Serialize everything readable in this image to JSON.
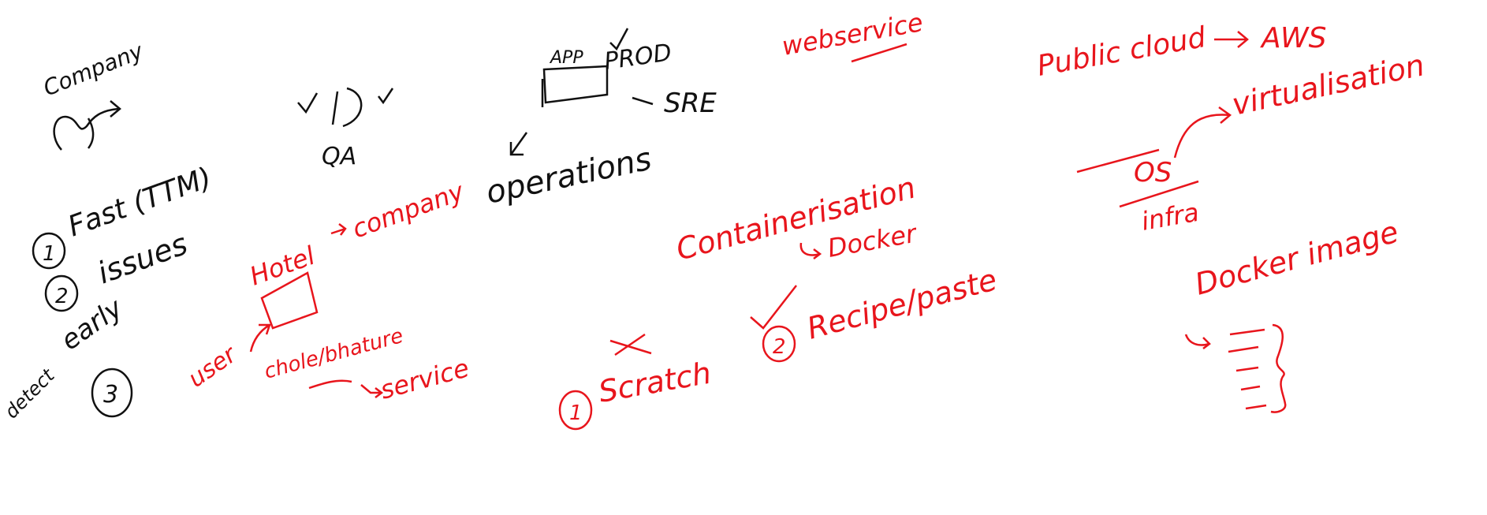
{
  "colors": {
    "black": "#111111",
    "red": "#e8151c"
  },
  "notes": {
    "company": "Company",
    "fast_ttm": "Fast (TTM)",
    "issues": "issues",
    "early": "early",
    "detect": "detect",
    "num1": "1",
    "num2": "2",
    "num3": "3",
    "qa": "QA",
    "app": "APP",
    "prod": "PROD",
    "sre": "SRE",
    "operations": "operations",
    "webservice": "webservice",
    "hotel": "Hotel",
    "company_red": "company",
    "user": "user",
    "chole_bhature": "chole/bhature",
    "service": "service",
    "containerisation": "Containerisation",
    "docker": "Docker",
    "recipe_paste": "Recipe/paste",
    "scratch": "Scratch",
    "circ1": "1",
    "circ2": "2",
    "public_cloud": "Public cloud",
    "aws": "AWS",
    "virtualisation": "virtualisation",
    "os": "OS",
    "infra": "infra",
    "docker_image": "Docker image"
  }
}
